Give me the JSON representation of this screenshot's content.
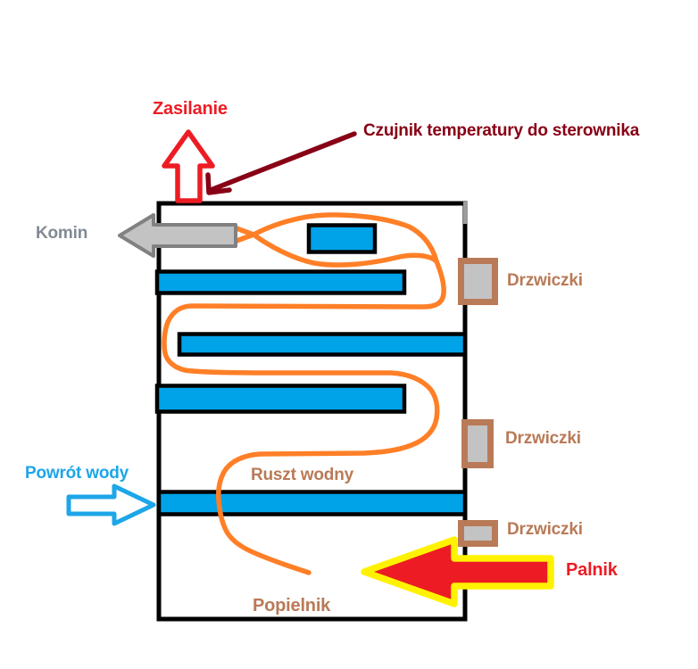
{
  "labels": {
    "zasilanie": "Zasilanie",
    "czujnik": "Czujnik temperatury do sterownika",
    "komin": "Komin",
    "drzwiczki_top": "Drzwiczki",
    "drzwiczki_middle": "Drzwiczki",
    "drzwiczki_bottom": "Drzwiczki",
    "powrot_wody": "Powrót wody",
    "ruszt_wodny": "Ruszt wodny",
    "palnik": "Palnik",
    "popielnik": "Popielnik"
  },
  "colors": {
    "black": "#000000",
    "white": "#FFFFFF",
    "red": "#ED1C24",
    "dark_red": "#880015",
    "orange": "#FF7F27",
    "blue": "#00A2E8",
    "blue_text": "#1DA6E8",
    "yellow": "#FFF200",
    "brown": "#B97A57",
    "gray_fill": "#C3C3C3",
    "gray_outline": "#818181",
    "gray_text": "#828A93",
    "wall_gray": "#9C9C9C"
  },
  "icons": {
    "supply_arrow": "up-arrow-outline",
    "sensor_arrow": "down-left-arrow-line",
    "chimney_arrow": "left-arrow-solid",
    "water_return_arrow": "right-arrow-outline",
    "burner_arrow": "left-arrow-solid"
  }
}
